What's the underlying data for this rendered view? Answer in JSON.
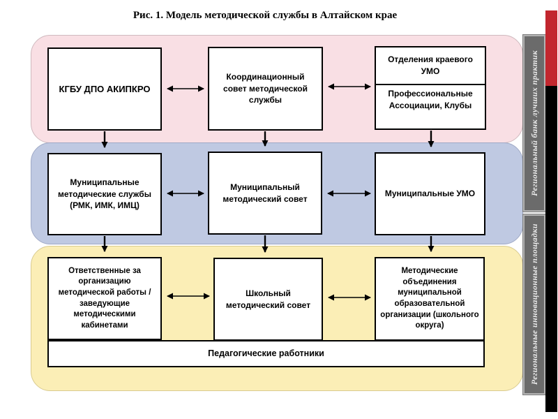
{
  "title": "Рис. 1. Модель методической службы в Алтайском крае",
  "boxes": {
    "akipkro": "КГБУ ДПО АКИПКРО",
    "coord_council": "Координационный совет методической службы",
    "umo_branches": "Отделения краевого УМО",
    "prof_associations": "Профессиональные Ассоциации, Клубы",
    "municipal_services": "Муниципальные методические службы (РМК, ИМК, ИМЦ)",
    "municipal_council": "Муниципальный методический совет",
    "municipal_umo": "Муниципальные УМО",
    "responsible": "Ответственные за организацию методической работы / заведующие методическими кабинетами",
    "school_council": "Школьный методический совет",
    "school_umo": "Методические объединения муниципальной образовательной организации (школьного округа)",
    "teachers": "Педагогические работники"
  },
  "side_tabs": {
    "top": "Региональный банк лучших практик",
    "bottom": "Региональные инновационные площадки"
  },
  "colors": {
    "band_regional": "#f9dfe4",
    "band_municipal": "#bfc9e2",
    "band_school": "#fbeeb6",
    "tab_background": "#6b6b6b",
    "accent_red": "#c2262e",
    "accent_black": "#000000"
  }
}
